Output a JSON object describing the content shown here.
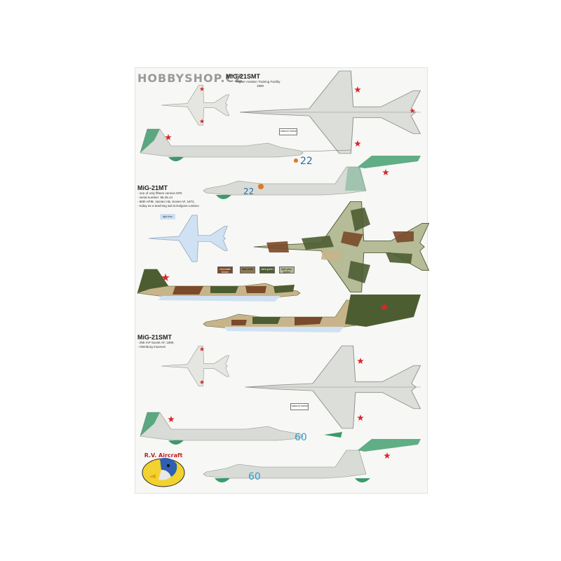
{
  "watermark": "HOBBYSHOP.CZ",
  "sections": [
    {
      "title": "MiG-21SMT",
      "lines": [
        "- Higher Aviation Training Facility",
        "1990"
      ],
      "tag": "natural metal"
    },
    {
      "title": "MiG-21MT",
      "lines": [
        "- one of only fifteen version MTs",
        "- serial number: 96.45.14",
        "- 86th APIB, Vaziani AB, Soviet AF, 1972,",
        "- today as a teaching aid at Dolgove Ledovo"
      ],
      "tag": "light blue",
      "swatches": [
        {
          "label": "chocolate brown",
          "color": "#7a4a2a"
        },
        {
          "label": "dark earth",
          "color": "#8a7a55"
        },
        {
          "label": "dark green",
          "color": "#4d5d32"
        },
        {
          "label": "light grey-green",
          "color": "#b6bb98"
        }
      ]
    },
    {
      "title": "MiG-21SMT",
      "lines": [
        "- 296 IAP Soviet AF, 1990,",
        "- Altenburg museum"
      ],
      "tag": "natural metal"
    }
  ],
  "numbers": [
    "22",
    "22",
    "60",
    "60"
  ],
  "logo_text": "R.V. Aircraft",
  "colors": {
    "metal": "#d9dbd6",
    "metal_dark": "#a9aca6",
    "green_stripe": "#3a9a6a",
    "star": "#d62828",
    "light_blue": "#cfe1f2",
    "brown": "#7a4a2a",
    "sand": "#c8b48a",
    "dark_green": "#4d5d32",
    "number_blue": "#2b9fd8"
  }
}
